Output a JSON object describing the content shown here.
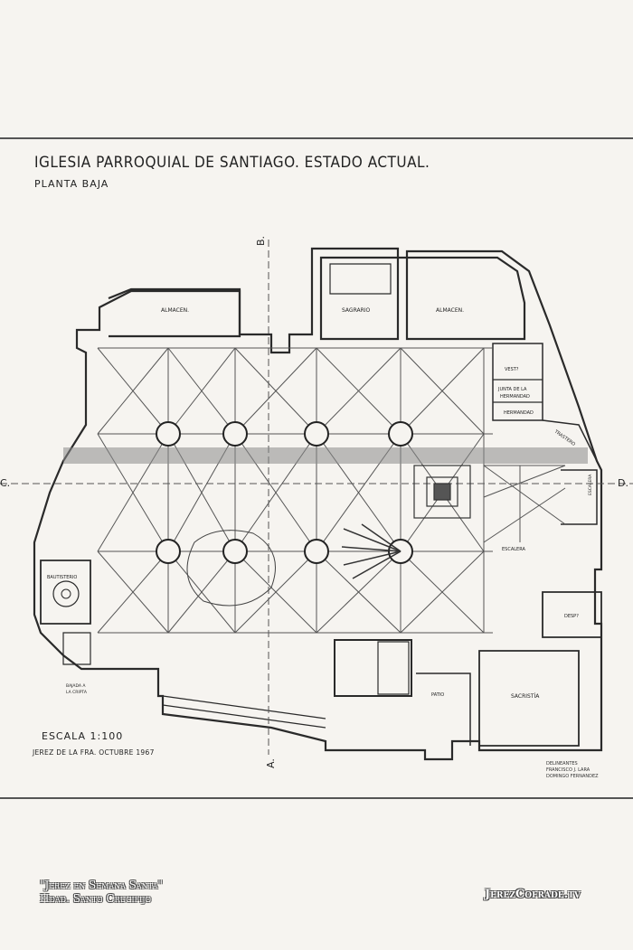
{
  "drawing": {
    "title": "IGLESIA PARROQUIAL DE SANTIAGO. ESTADO ACTUAL.",
    "subtitle": "PLANTA BAJA",
    "scale": "ESCALA 1:100",
    "date": "JEREZ DE LA FRA. OCTUBRE 1967",
    "credit_line1": "DELINEANTES",
    "credit_line2": "FRANCISCO J. LARA",
    "credit_line3": "DOMINGO FERNANDEZ"
  },
  "sections": {
    "b_top": "B.",
    "a_bottom": "A.",
    "c_left": "C.",
    "d_right": "D."
  },
  "rooms": {
    "almacen_left": "ALMACEN.",
    "sagrario": "SAGRARIO",
    "almacen_right": "ALMACEN.",
    "vestibulo": "VEST?",
    "junta": "JUNTA DE LA",
    "hermandad": "HERMANDAD",
    "hermandad2": "HERMANDAD",
    "trastero": "TRASTERO",
    "bautisterio": "BAUTISTERIO",
    "bajada1": "BAJADA A",
    "bajada2": "LA CRIPTA",
    "escalera": "ESCALERA",
    "despacho": "DESP?",
    "sacristia": "SACRISTÍA",
    "patio": "PATIO",
    "banos": "ESCALERA"
  },
  "watermarks": {
    "left_line1": "\"Jerez en Semana Santa\"",
    "left_line2": "Hdad. Santo Crucifijo",
    "right": "JerezCofrade.tv"
  },
  "colors": {
    "ink": "#2a2a2a",
    "paper": "#f6f4f0"
  }
}
